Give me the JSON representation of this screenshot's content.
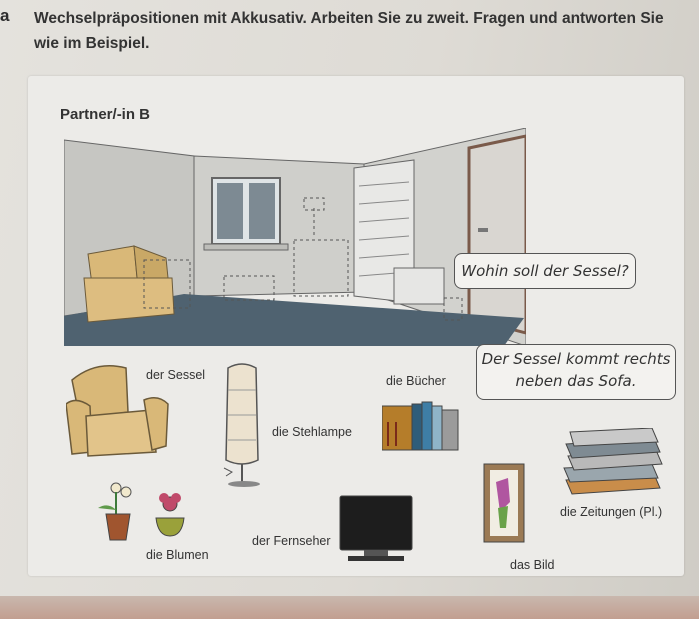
{
  "exercise": {
    "letter": "a",
    "instruction_line1": "Wechselpräpositionen mit Akkusativ. Arbeiten Sie zu zweit. Fragen und antworten Sie",
    "instruction_line2": "wie im Beispiel."
  },
  "panel": {
    "partner_label": "Partner/-in B",
    "question_bubble": "Wohin soll der Sessel?",
    "answer_line1": "Der Sessel kommt rechts",
    "answer_line2": "neben das Sofa."
  },
  "items": {
    "sessel": "der Sessel",
    "stehlampe": "die Stehlampe",
    "buecher": "die Bücher",
    "zeitungen": "die Zeitungen (Pl.)",
    "blumen": "die Blumen",
    "fernseher": "der Fernseher",
    "bild": "das Bild"
  },
  "colors": {
    "armchair": "#d9b878",
    "carpet": "#4f6270",
    "wall": "#c8c8c4",
    "bubble_border": "#555555"
  }
}
